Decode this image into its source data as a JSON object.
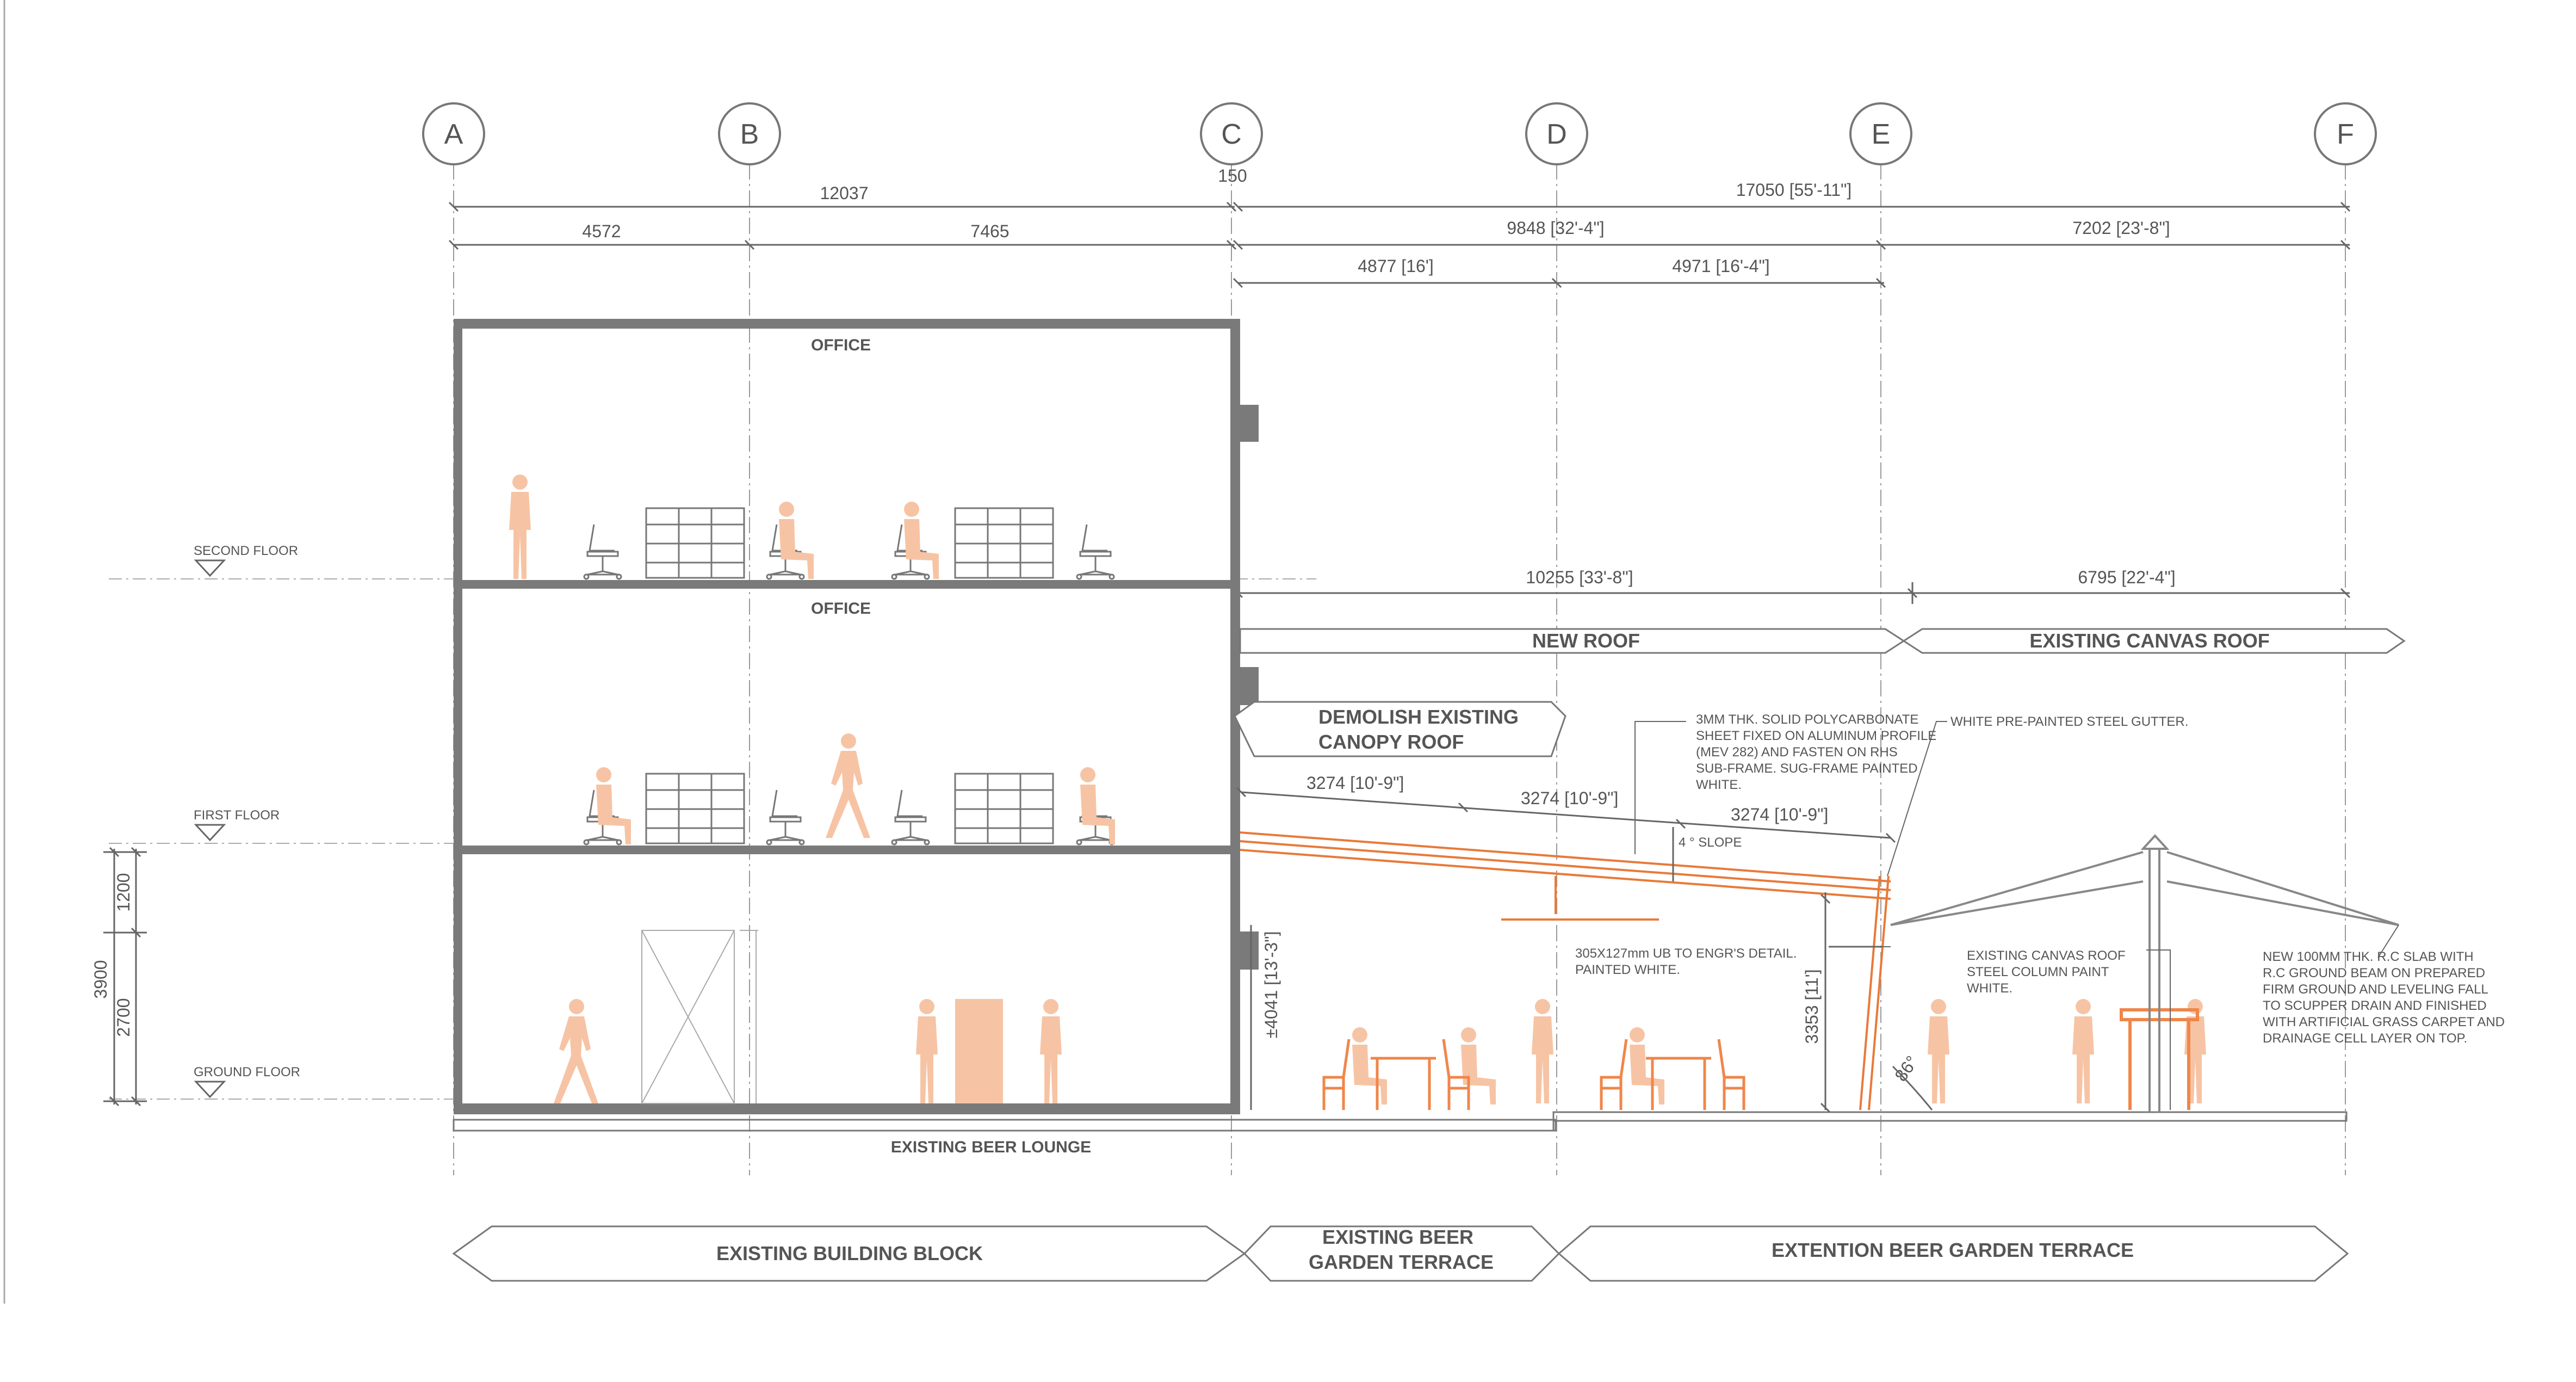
{
  "grid": [
    "A",
    "B",
    "C",
    "D",
    "E",
    "F"
  ],
  "dimensions": {
    "ab": "4572",
    "bc": "7465",
    "ac": "12037",
    "gap": "150",
    "cf": "17050 [55'-11\"]",
    "ce": "9848 [32'-4\"]",
    "ef": "7202 [23'-8\"]",
    "cd": "4877 [16']",
    "de": "4971 [16'-4\"]",
    "roof_new": "10255 [33'-8\"]",
    "roof_canvas": "6795 [22'-4\"]",
    "seg1": "3274 [10'-9\"]",
    "seg2": "3274 [10'-9\"]",
    "seg3": "3274 [10'-9\"]",
    "h_total": "3900",
    "h_upper": "1200",
    "h_lower": "2700",
    "h_canopy": "±4041 [13'-3\"]",
    "h_roof": "3353 [11']"
  },
  "rooms": {
    "office_upper": "OFFICE",
    "office_lower": "OFFICE"
  },
  "levels": {
    "second": "SECOND FLOOR",
    "first": "FIRST FLOOR",
    "ground": "GROUND FLOOR"
  },
  "labels": {
    "new_roof": "NEW ROOF",
    "canvas_roof": "EXISTING CANVAS ROOF",
    "demolish_1": "DEMOLISH EXISTING",
    "demolish_2": "CANOPY ROOF",
    "slope": "4 ° SLOPE",
    "angle": "86°",
    "lounge": "EXISTING BEER LOUNGE"
  },
  "notes": {
    "polycarbonate": [
      "3MM THK. SOLID POLYCARBONATE",
      "SHEET FIXED ON ALUMINUM PROFILE",
      "(MEV 282) AND FASTEN ON RHS",
      "SUB-FRAME. SUG-FRAME PAINTED",
      "WHITE."
    ],
    "gutter": "WHITE PRE-PAINTED STEEL GUTTER.",
    "beam": [
      "305X127mm UB TO ENGR'S DETAIL.",
      "PAINTED WHITE."
    ],
    "column": [
      "EXISTING CANVAS ROOF",
      "STEEL COLUMN PAINT",
      "WHITE."
    ],
    "slab": [
      "NEW 100MM THK. R.C SLAB WITH",
      "R.C GROUND BEAM ON PREPARED",
      "FIRM GROUND AND LEVELING FALL",
      "TO SCUPPER DRAIN AND FINISHED",
      "WITH ARTIFICIAL GRASS CARPET AND",
      "DRAINAGE CELL LAYER ON TOP."
    ]
  },
  "banners": {
    "block": "EXISTING BUILDING BLOCK",
    "terrace_1": "EXISTING BEER",
    "terrace_2": "GARDEN TERRACE",
    "extension": "EXTENTION BEER GARDEN TERRACE"
  },
  "colors": {
    "wall": "#7a7a7a",
    "line": "#666666",
    "roof": "#e87a3a",
    "people": "#f6c4a4",
    "furniture": "#f0864a"
  }
}
